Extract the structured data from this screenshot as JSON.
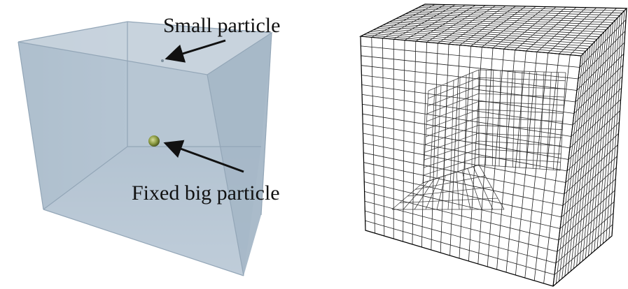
{
  "left_panel": {
    "annotations": [
      {
        "id": "small",
        "text": "Small particle"
      },
      {
        "id": "big",
        "text": "Fixed big particle"
      }
    ]
  },
  "colors": {
    "box_fill_back": "#b9c7d3",
    "box_fill_right": "#a4b6c6",
    "box_fill_top": "#cbd6e0",
    "box_fill_floor": "#aebfce",
    "box_edge": "#8fa3b5",
    "particle_big": "#8a9a42",
    "mesh_line": "#222222",
    "text": "#111111"
  },
  "right_panel": {
    "mesh": "structured hexahedral grid with cut-away corner"
  }
}
